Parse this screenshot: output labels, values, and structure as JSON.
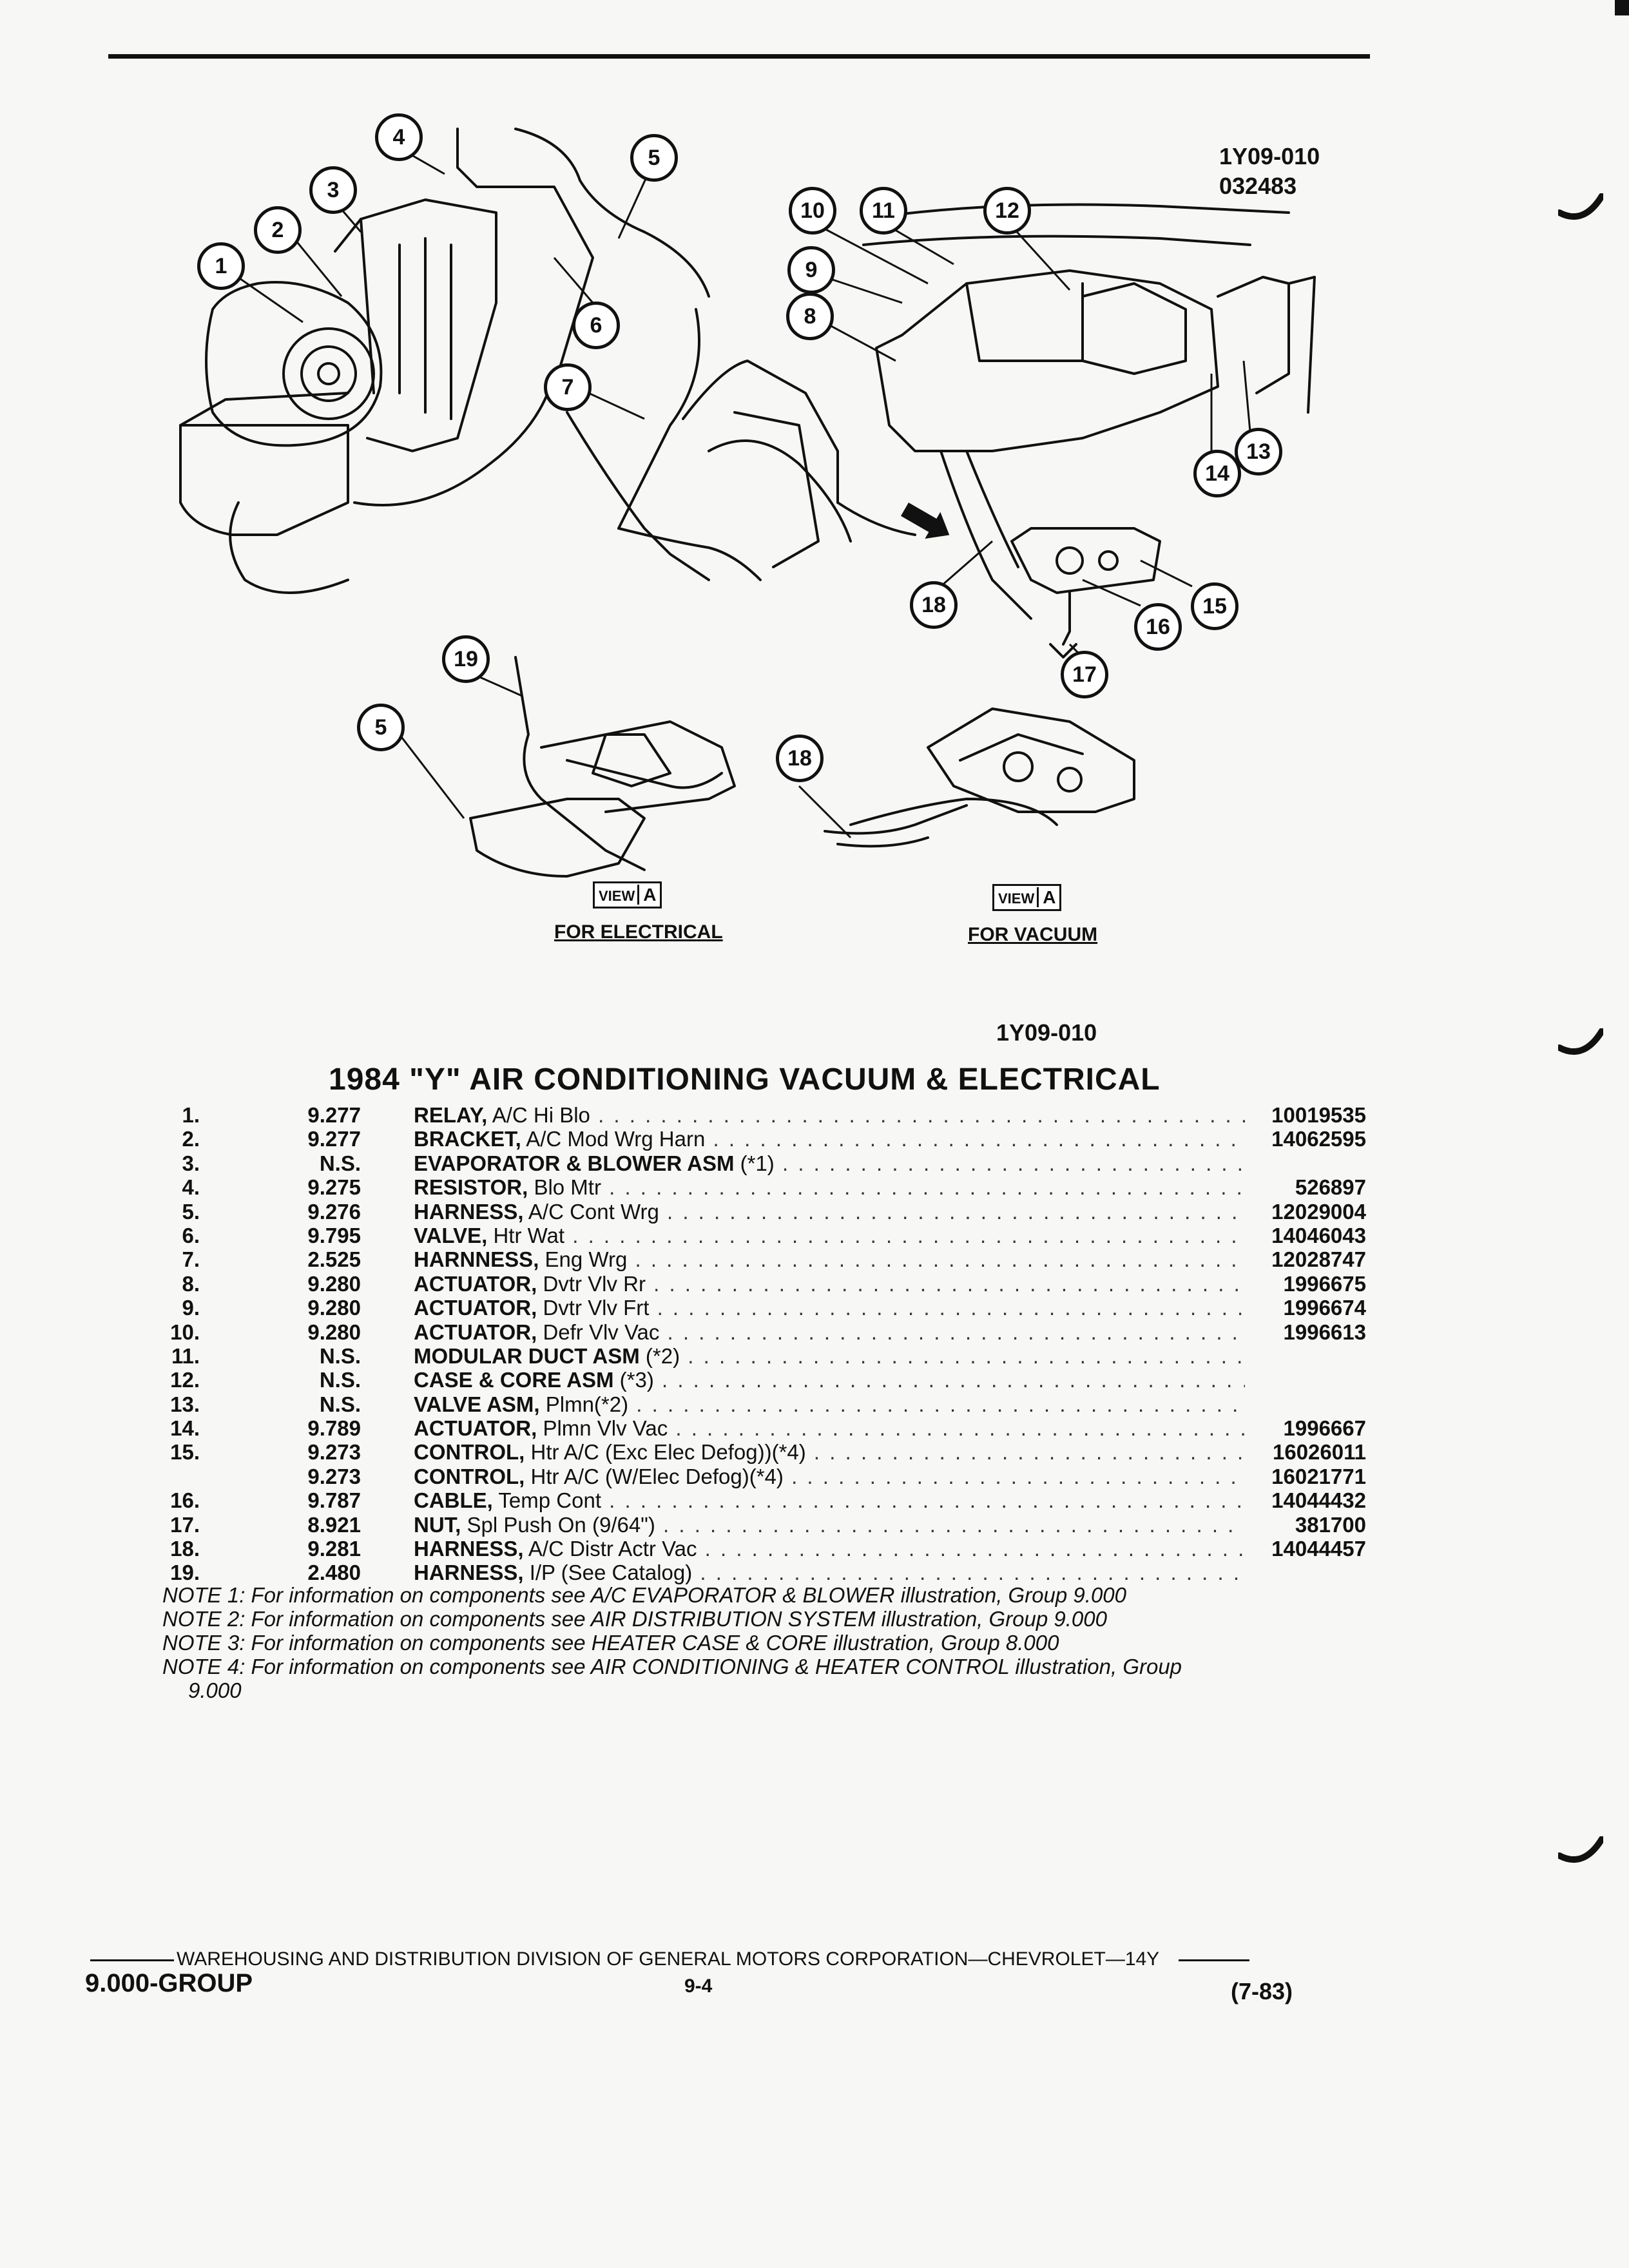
{
  "figure": {
    "ref_code_top": "1Y09-010",
    "ref_date_code": "032483",
    "callouts": [
      "1",
      "2",
      "3",
      "4",
      "5",
      "6",
      "7",
      "8",
      "9",
      "10",
      "11",
      "12",
      "13",
      "14",
      "15",
      "16",
      "17",
      "18",
      "19",
      "5",
      "18"
    ],
    "view_label": "VIEW",
    "view_letter": "A",
    "caption_electrical": "FOR ELECTRICAL",
    "caption_vacuum": "FOR VACUUM"
  },
  "parts_list": {
    "code": "1Y09-010",
    "title": "1984 \"Y\" AIR CONDITIONING VACUUM & ELECTRICAL",
    "rows": [
      {
        "num": "1.",
        "group": "9.277",
        "name": "RELAY,",
        "detail": "A/C Hi Blo",
        "pn": "10019535"
      },
      {
        "num": "2.",
        "group": "9.277",
        "name": "BRACKET,",
        "detail": "A/C Mod Wrg Harn",
        "pn": "14062595"
      },
      {
        "num": "3.",
        "group": "N.S.",
        "name": "EVAPORATOR & BLOWER ASM",
        "detail": "(*1)",
        "pn": ""
      },
      {
        "num": "4.",
        "group": "9.275",
        "name": "RESISTOR,",
        "detail": "Blo Mtr",
        "pn": "526897"
      },
      {
        "num": "5.",
        "group": "9.276",
        "name": "HARNESS,",
        "detail": "A/C Cont Wrg",
        "pn": "12029004"
      },
      {
        "num": "6.",
        "group": "9.795",
        "name": "VALVE,",
        "detail": "Htr Wat",
        "pn": "14046043"
      },
      {
        "num": "7.",
        "group": "2.525",
        "name": "HARNNESS,",
        "detail": "Eng Wrg",
        "pn": "12028747"
      },
      {
        "num": "8.",
        "group": "9.280",
        "name": "ACTUATOR,",
        "detail": "Dvtr Vlv Rr",
        "pn": "1996675"
      },
      {
        "num": "9.",
        "group": "9.280",
        "name": "ACTUATOR,",
        "detail": "Dvtr Vlv Frt",
        "pn": "1996674"
      },
      {
        "num": "10.",
        "group": "9.280",
        "name": "ACTUATOR,",
        "detail": "Defr Vlv Vac",
        "pn": "1996613"
      },
      {
        "num": "11.",
        "group": "N.S.",
        "name": "MODULAR DUCT ASM",
        "detail": "(*2)",
        "pn": ""
      },
      {
        "num": "12.",
        "group": "N.S.",
        "name": "CASE & CORE ASM",
        "detail": "(*3)",
        "pn": ""
      },
      {
        "num": "13.",
        "group": "N.S.",
        "name": "VALVE ASM,",
        "detail": "Plmn(*2)",
        "pn": ""
      },
      {
        "num": "14.",
        "group": "9.789",
        "name": "ACTUATOR,",
        "detail": "Plmn Vlv Vac",
        "pn": "1996667"
      },
      {
        "num": "15.",
        "group": "9.273",
        "name": "CONTROL,",
        "detail": "Htr A/C (Exc Elec Defog))(*4)",
        "pn": "16026011"
      },
      {
        "num": "",
        "group": "9.273",
        "name": "CONTROL,",
        "detail": "Htr A/C (W/Elec Defog)(*4)",
        "pn": "16021771"
      },
      {
        "num": "16.",
        "group": "9.787",
        "name": "CABLE,",
        "detail": "Temp Cont",
        "pn": "14044432"
      },
      {
        "num": "17.",
        "group": "8.921",
        "name": "NUT,",
        "detail": "Spl Push On (9/64\")",
        "pn": "381700"
      },
      {
        "num": "18.",
        "group": "9.281",
        "name": "HARNESS,",
        "detail": "A/C Distr Actr Vac",
        "pn": "14044457"
      },
      {
        "num": "19.",
        "group": "2.480",
        "name": "HARNESS,",
        "detail": "I/P (See Catalog)",
        "pn": ""
      }
    ],
    "notes": [
      "NOTE 1: For information on components see A/C EVAPORATOR & BLOWER illustration, Group 9.000",
      "NOTE 2: For information on components see AIR DISTRIBUTION SYSTEM illustration, Group 9.000",
      "NOTE 3: For information on components see HEATER CASE & CORE illustration, Group 8.000",
      "NOTE 4: For information on components see AIR CONDITIONING & HEATER CONTROL illustration, Group",
      "9.000"
    ]
  },
  "footer": {
    "line": "WAREHOUSING AND DISTRIBUTION  DIVISION OF GENERAL MOTORS CORPORATION—CHEVROLET—14Y",
    "group": "9.000-GROUP",
    "page": "9-4",
    "date": "(7-83)"
  }
}
